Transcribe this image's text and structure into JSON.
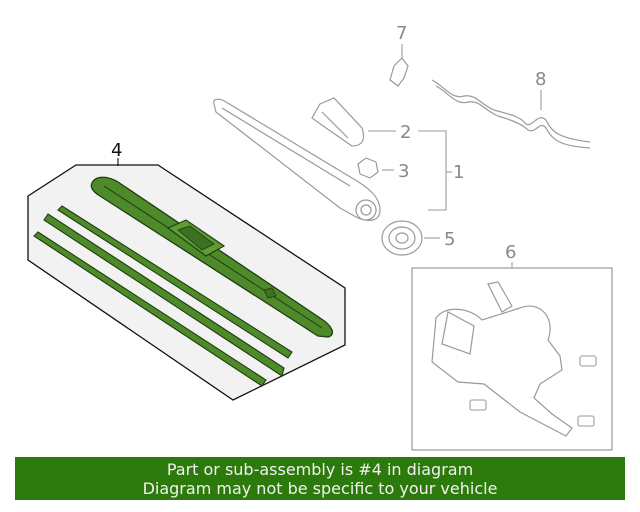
{
  "diagram": {
    "callouts": [
      "1",
      "2",
      "3",
      "4",
      "5",
      "6",
      "7",
      "8"
    ],
    "highlight_part": "4",
    "colors": {
      "highlight_fill": "#4e8a2a",
      "highlight_stroke": "#1f3d10",
      "line": "#9a9a9a",
      "panel": "#f2f2f2"
    }
  },
  "banner": {
    "line1": "Part or sub-assembly is #4 in diagram",
    "line2": "Diagram may not be specific to your vehicle",
    "background": "#2c7a0b"
  }
}
